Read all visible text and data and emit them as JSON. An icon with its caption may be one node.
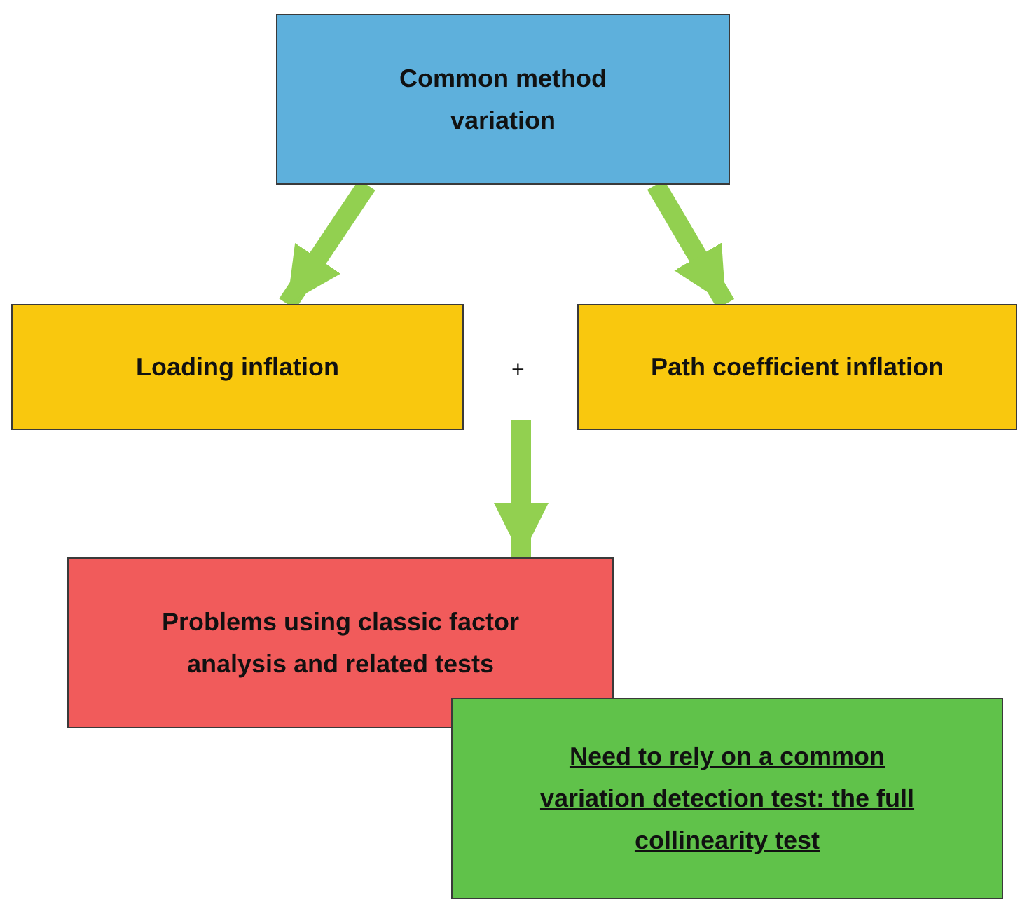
{
  "diagram": {
    "nodes": [
      {
        "text": [
          "Common method variation"
        ]
      },
      {
        "text": [
          "Loading inflation"
        ]
      },
      {
        "text": [
          "Path coefficient inflation"
        ]
      },
      {
        "text": [
          "Problems using classic factor analysis and related tests"
        ]
      },
      {
        "text": [
          "Need to rely on a common variation detection test: the full collinearity test"
        ]
      }
    ],
    "edges": [
      {
        "from": 0,
        "to": 1,
        "arrow": "to"
      },
      {
        "from": 0,
        "to": 2,
        "arrow": "to"
      },
      {
        "from": null,
        "to": 3,
        "arrow": "to"
      }
    ],
    "labels": [
      "+"
    ]
  }
}
